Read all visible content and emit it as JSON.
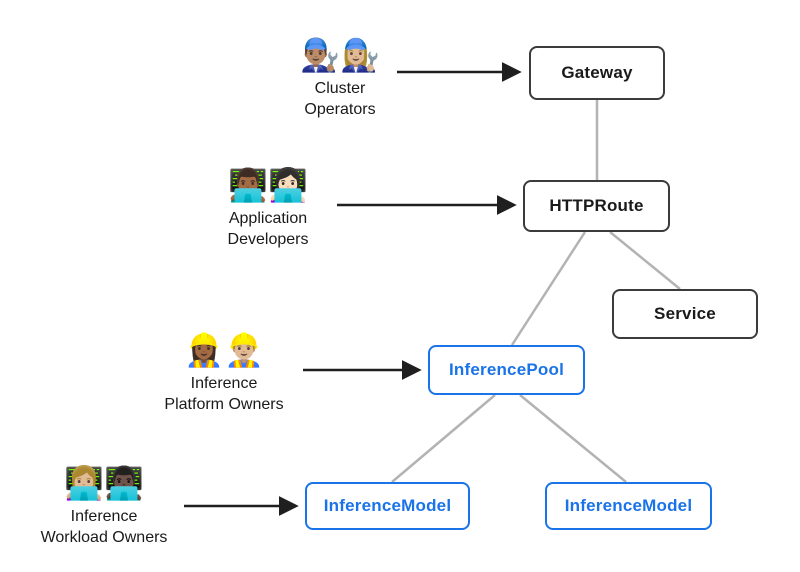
{
  "colors": {
    "canvas_bg": "#ffffff",
    "node_border_dark": "#3b3b3b",
    "node_text_dark": "#1a1a1a",
    "node_blue": "#1a73e8",
    "edge_gray": "#b3b3b3",
    "arrow_black": "#1f1f1f"
  },
  "personas": {
    "cluster_operators": {
      "icons": "👨🏽‍🔧👩🏼‍🔧",
      "line1": "Cluster",
      "line2": "Operators"
    },
    "application_developers": {
      "icons": "👨🏾‍💻👩🏻‍💻",
      "line1": "Application",
      "line2": "Developers"
    },
    "inference_platform_owners": {
      "icons": "👷🏾‍♀️👷🏼‍♂️",
      "line1": "Inference",
      "line2": "Platform Owners"
    },
    "inference_workload_owners": {
      "icons": "👩🏼‍💻👨🏿‍💻",
      "line1": "Inference",
      "line2": "Workload Owners"
    }
  },
  "nodes": {
    "gateway": {
      "label": "Gateway"
    },
    "httproute": {
      "label": "HTTPRoute"
    },
    "service": {
      "label": "Service"
    },
    "inference_pool": {
      "label": "InferencePool"
    },
    "inference_model_left": {
      "label": "InferenceModel"
    },
    "inference_model_right": {
      "label": "InferenceModel"
    }
  }
}
